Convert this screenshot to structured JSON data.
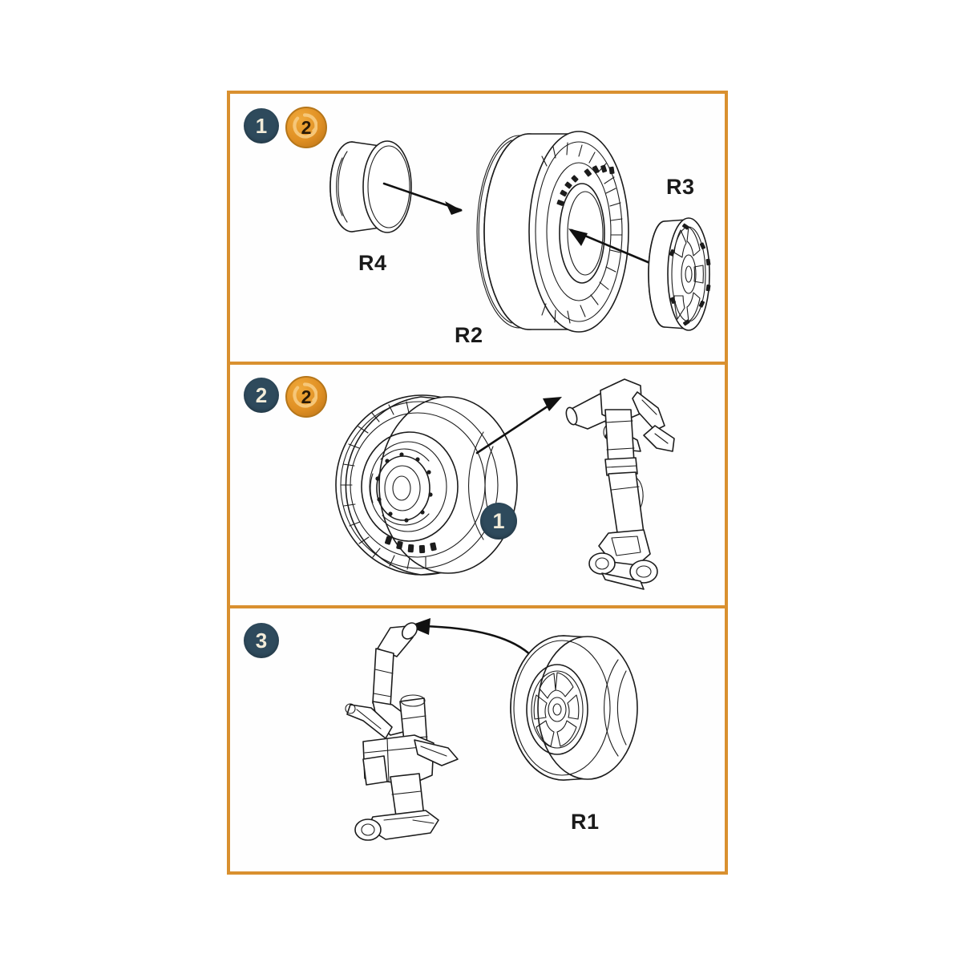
{
  "document": {
    "kind": "model-kit-assembly-instruction-sheet",
    "background_color": "#ffffff",
    "frame_color": "#d9902f",
    "line_art_color": "#1c1c1c"
  },
  "badges": {
    "step_badge_color": "#2e4a5c",
    "step_badge_text_color": "#f2ecd9",
    "rotate_badge_color": "#e09024",
    "rotate_badge_text_color": "#2a1a06",
    "rotate_icon_name": "circular-arrow-icon"
  },
  "panels": [
    {
      "id": "panel-1",
      "step_number": "1",
      "rotate_badge_number": "2",
      "parts": [
        {
          "code": "R4",
          "description": "hub-cap"
        },
        {
          "code": "R2",
          "description": "main-tire"
        },
        {
          "code": "R3",
          "description": "wheel-hub"
        }
      ],
      "arrows": 2
    },
    {
      "id": "panel-2",
      "step_number": "2",
      "rotate_badge_number": "2",
      "callout_number": "1",
      "parts": [
        {
          "code": "",
          "description": "assembled-main-wheel"
        },
        {
          "code": "",
          "description": "main-landing-gear-strut"
        }
      ],
      "arrows": 1
    },
    {
      "id": "panel-3",
      "step_number": "3",
      "parts": [
        {
          "code": "R1",
          "description": "tail-wheel"
        },
        {
          "code": "",
          "description": "tail-gear-assembly"
        }
      ],
      "arrows": 1
    }
  ],
  "labels": {
    "r4": "R4",
    "r2": "R2",
    "r3": "R3",
    "r1": "R1",
    "step1": "1",
    "step2": "2",
    "step3": "3",
    "rotate1": "2",
    "rotate2": "2",
    "callout1": "1"
  }
}
